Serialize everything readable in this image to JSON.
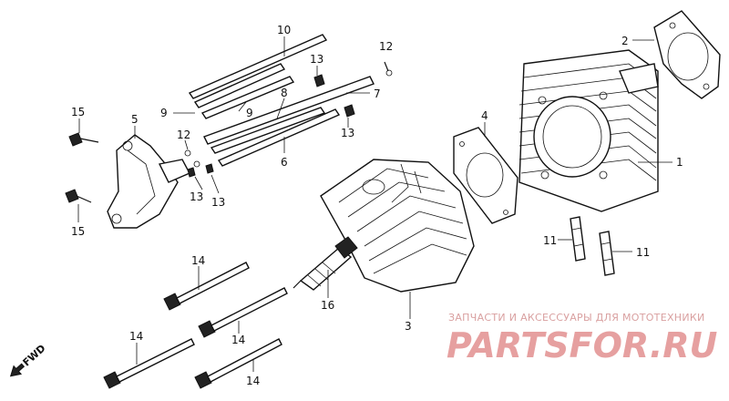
{
  "callouts": {
    "c1": "1",
    "c2": "2",
    "c3": "3",
    "c4": "4",
    "c5": "5",
    "c6": "6",
    "c7": "7",
    "c8": "8",
    "c9a": "9",
    "c9b": "9",
    "c10": "10",
    "c11a": "11",
    "c11b": "11",
    "c12a": "12",
    "c12b": "12",
    "c13a": "13",
    "c13b": "13",
    "c13c": "13",
    "c13d": "13",
    "c14a": "14",
    "c14b": "14",
    "c14c": "14",
    "c14d": "14",
    "c15a": "15",
    "c15b": "15",
    "c16": "16"
  },
  "fwd_label": "FWD",
  "watermark": {
    "tagline": "ЗАПЧАСТИ И АКСЕССУАРЫ ДЛЯ МОТОТЕХНИКИ",
    "brand": "PARTSFOR.RU"
  },
  "colors": {
    "watermark": "#e6a0a0",
    "ink": "#111111"
  }
}
